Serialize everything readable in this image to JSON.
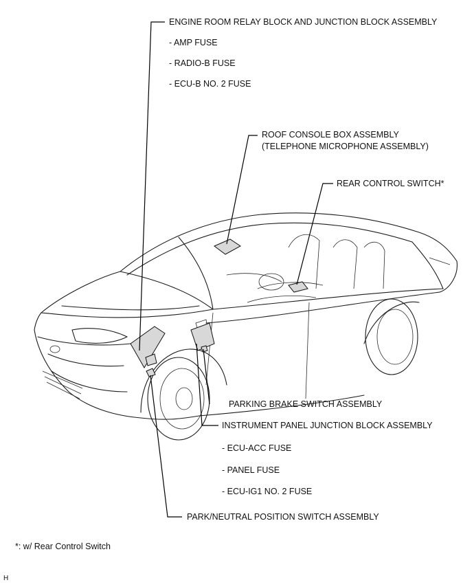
{
  "callouts": {
    "engine_room": {
      "title": "ENGINE ROOM RELAY BLOCK AND JUNCTION BLOCK ASSEMBLY",
      "items": [
        "- AMP FUSE",
        "- RADIO-B FUSE",
        "- ECU-B NO. 2 FUSE"
      ]
    },
    "roof_console": {
      "line1": "ROOF CONSOLE BOX ASSEMBLY",
      "line2": "(TELEPHONE MICROPHONE ASSEMBLY)"
    },
    "rear_control": {
      "title": "REAR CONTROL SWITCH*"
    },
    "parking_brake": {
      "title": "PARKING BRAKE SWITCH ASSEMBLY"
    },
    "instrument_panel": {
      "title": "INSTRUMENT PANEL JUNCTION BLOCK ASSEMBLY",
      "items": [
        "- ECU-ACC FUSE",
        "- PANEL FUSE",
        "- ECU-IG1 NO. 2 FUSE"
      ]
    },
    "park_neutral": {
      "title": "PARK/NEUTRAL POSITION SWITCH ASSEMBLY"
    }
  },
  "footnote": "*: w/ Rear Control Switch",
  "corner_mark": "H"
}
